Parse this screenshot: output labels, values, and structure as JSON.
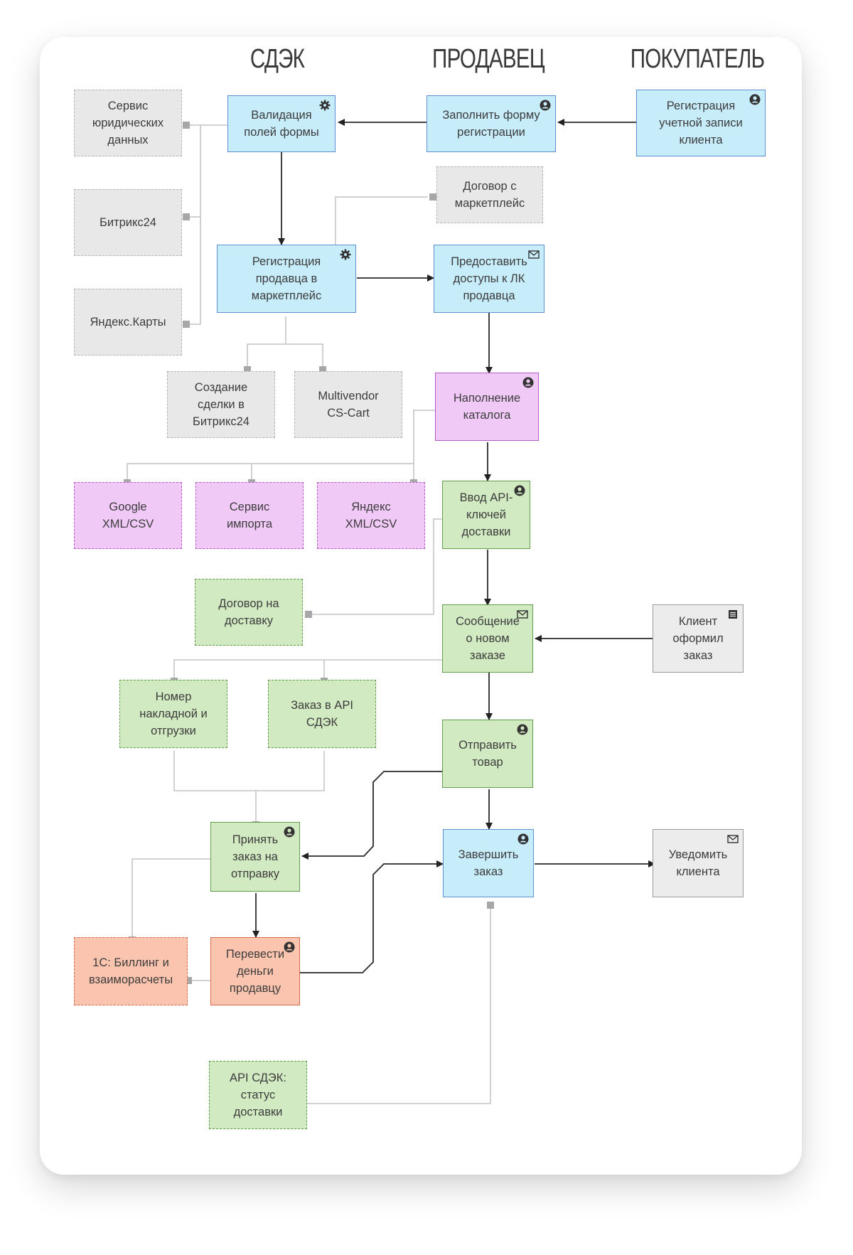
{
  "lanes": {
    "cdek": "СДЭК",
    "seller": "ПРОДАВЕЦ",
    "buyer": "ПОКУПАТЕЛЬ"
  },
  "nodes": {
    "legal_service": "Сервис\nюридических\nданных",
    "bitrix24": "Битрикс24",
    "yandex_maps": "Яндекс.Карты",
    "validate_form": "Валидация\nполей формы",
    "fill_form": "Заполнить форму\nрегистрации",
    "client_register": "Регистрация\nучетной записи\nклиента",
    "marketplace_contract": "Договор с\nмаркетплейс",
    "seller_register": "Регистрация\nпродавца в\nмаркетплейс",
    "grant_access": "Предоставить\nдоступы к ЛК\nпродавца",
    "create_deal": "Создание\nсделки в\nБитрикс24",
    "multivendor": "Multivendor\nCS-Cart",
    "catalog_fill": "Наполнение\nкаталога",
    "google_xml": "Google\nXML/CSV",
    "import_service": "Сервис\nимпорта",
    "yandex_xml": "Яндекс\nXML/CSV",
    "api_keys": "Ввод API-\nключей\nдоставки",
    "delivery_contract": "Договор на\nдоставку",
    "new_order_msg": "Сообщение\nо новом\nзаказе",
    "client_ordered": "Клиент\nоформил\nзаказ",
    "waybill": "Номер\nнакладной и\nотгрузки",
    "cdek_api_order": "Заказ в API\nСДЭК",
    "send_goods": "Отправить\nтовар",
    "accept_order": "Принять\nзаказ на\nотправку",
    "complete_order": "Завершить\nзаказ",
    "notify_client": "Уведомить\nклиента",
    "billing_1c": "1С: Биллинг и\nвзаиморасчеты",
    "transfer_money": "Перевести\nденьги\nпродавцу",
    "cdek_api_status": "API СДЭК:\nстатус\nдоставки"
  },
  "icons": {
    "user": "user-icon",
    "gear": "gear-icon",
    "mail": "mail-icon",
    "doc": "document-icon"
  },
  "colors": {
    "blue": "#c7ecfa",
    "gray": "#e8e8e8",
    "purple": "#f1c9f7",
    "green": "#d2eac1",
    "orange": "#fbc4ae"
  }
}
